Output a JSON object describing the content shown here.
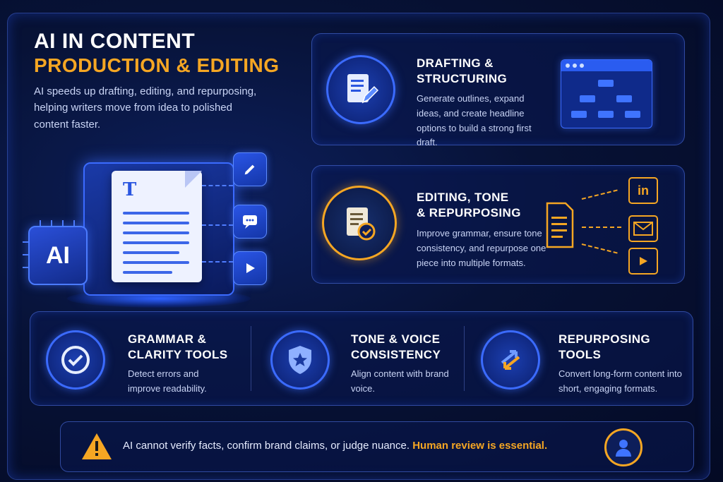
{
  "hero": {
    "title_line1": "AI IN CONTENT",
    "title_line2": "PRODUCTION & EDITING",
    "description": "AI speeds up drafting, editing, and repurposing, helping writers move from idea to polished content faster.",
    "chip_label": "AI",
    "doc_letter": "T"
  },
  "cards": {
    "drafting": {
      "title_line1": "DRAFTING &",
      "title_line2": "STRUCTURING",
      "description": "Generate outlines, expand ideas, and create headline options to build a strong first draft."
    },
    "editing": {
      "title_line1": "EDITING, TONE",
      "title_line2": "& REPURPOSING",
      "description": "Improve grammar, ensure tone consistency, and repurpose one piece into multiple formats.",
      "output_linkedin": "in"
    }
  },
  "tools": [
    {
      "title_line1": "GRAMMAR &",
      "title_line2": "CLARITY TOOLS",
      "description": "Detect errors and improve readability."
    },
    {
      "title_line1": "TONE & VOICE",
      "title_line2": "CONSISTENCY",
      "description": "Align content with brand voice."
    },
    {
      "title_line1": "REPURPOSING",
      "title_line2": "TOOLS",
      "description": "Convert long-form content into short, engaging formats."
    }
  ],
  "warning": {
    "text": "AI cannot verify facts, confirm brand claims, or judge nuance.",
    "emphasis": "Human review is essential."
  },
  "colors": {
    "accent": "#f5a623",
    "primary": "#2a5cf0",
    "background": "#071236"
  }
}
